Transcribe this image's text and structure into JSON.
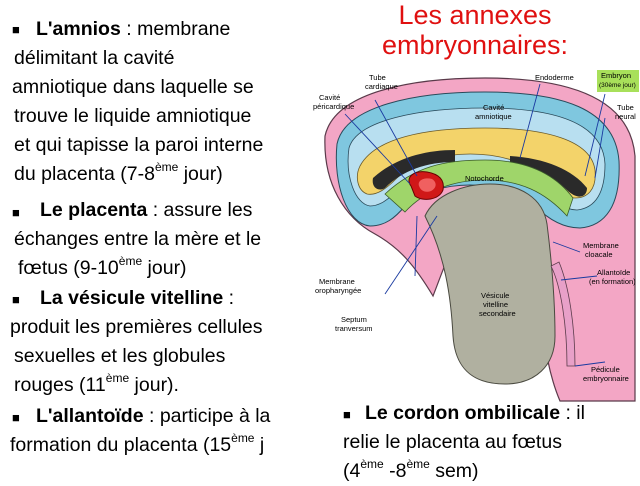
{
  "title": {
    "line1": "Les annexes",
    "line2": "embryonnaires:"
  },
  "items": [
    {
      "term": "L'amnios",
      "lines": [
        ": membrane",
        "délimitant la cavité",
        "amniotique dans laquelle se",
        "trouve le liquide amniotique",
        "et qui tapisse la paroi interne",
        "du placenta (7-8",
        "ème",
        " jour)"
      ]
    },
    {
      "term": "Le placenta",
      "lines": [
        ": assure les",
        "échanges entre la mère et le",
        "fœtus  (9-10",
        "ème",
        " jour)"
      ]
    },
    {
      "term": "La vésicule vitelline",
      "lines": [
        " :",
        "produit les premières cellules",
        "sexuelles et les globules",
        "rouges (11",
        "ème",
        " jour)."
      ]
    },
    {
      "term": "L'allantoïde",
      "lines": [
        ": participe à la",
        "formation du placenta (15",
        "ème",
        " j"
      ]
    },
    {
      "term": "Le cordon ombilicale",
      "lines": [
        ": il",
        "relie le placenta au fœtus",
        "(4",
        "ème",
        " -8",
        "ème",
        " sem)"
      ]
    }
  ],
  "diagram_labels": {
    "tube_cardiaque": [
      "Tube",
      "cardiaque"
    ],
    "endoderme": "Endoderme",
    "embryon": [
      "Embryon",
      "(30ème jour)"
    ],
    "cavite_pericardique": [
      "Cavité",
      "péricardique"
    ],
    "cavite_amniotique": [
      "Cavité",
      "amniotique"
    ],
    "tube_neural": [
      "Tube",
      "neural"
    ],
    "notochorde": "Notochorde",
    "membrane_cloacale": [
      "Membrane",
      "cloacale"
    ],
    "allantoide": [
      "Allantoïde",
      "(en formation)"
    ],
    "membrane_oropharyngee": [
      "Membrane",
      "oropharyngée"
    ],
    "vesicule": [
      "Vésicule",
      "vitelline",
      "secondaire"
    ],
    "septum": [
      "Septum",
      "tranversum"
    ],
    "pedicule": [
      "Pédicule",
      "embryonnaire"
    ]
  }
}
